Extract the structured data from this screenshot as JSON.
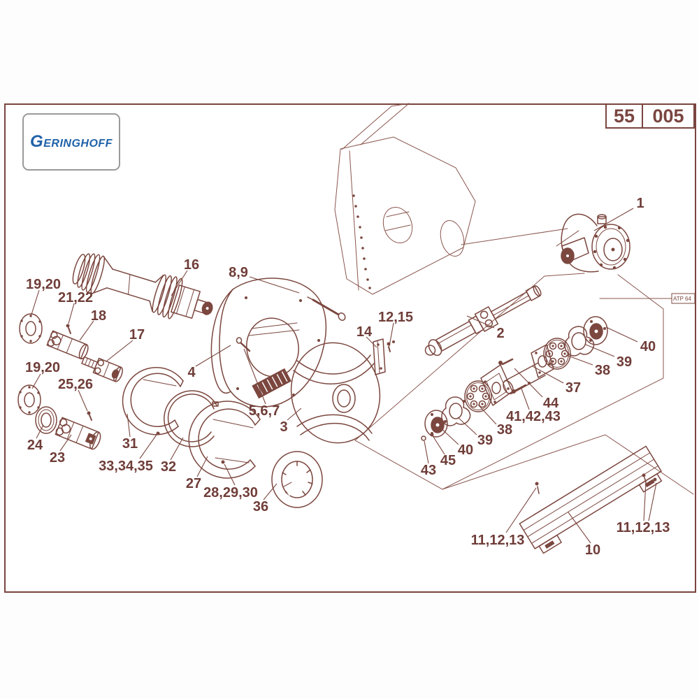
{
  "page": {
    "code_left": "55",
    "code_right": "005",
    "stamp": "ATP 64",
    "ink_color": "#7b473f",
    "logo_color": "#2062a8"
  },
  "logo": {
    "text": "GERINGHOFF"
  },
  "callouts": [
    {
      "text": "1"
    },
    {
      "text": "16"
    },
    {
      "text": "8,9"
    },
    {
      "text": "19,20"
    },
    {
      "text": "21,22"
    },
    {
      "text": "18"
    },
    {
      "text": "12,15"
    },
    {
      "text": "17"
    },
    {
      "text": "14"
    },
    {
      "text": "2"
    },
    {
      "text": "40"
    },
    {
      "text": "39"
    },
    {
      "text": "19,20"
    },
    {
      "text": "38"
    },
    {
      "text": "4"
    },
    {
      "text": "25,26"
    },
    {
      "text": "37"
    },
    {
      "text": "44"
    },
    {
      "text": "5,6,7"
    },
    {
      "text": "41,42,43"
    },
    {
      "text": "3"
    },
    {
      "text": "38"
    },
    {
      "text": "39"
    },
    {
      "text": "31"
    },
    {
      "text": "24"
    },
    {
      "text": "40"
    },
    {
      "text": "23"
    },
    {
      "text": "45"
    },
    {
      "text": "33,34,35"
    },
    {
      "text": "32"
    },
    {
      "text": "43"
    },
    {
      "text": "27"
    },
    {
      "text": "28,29,30"
    },
    {
      "text": "36"
    },
    {
      "text": "11,12,13"
    },
    {
      "text": "10"
    },
    {
      "text": "11,12,13"
    }
  ]
}
